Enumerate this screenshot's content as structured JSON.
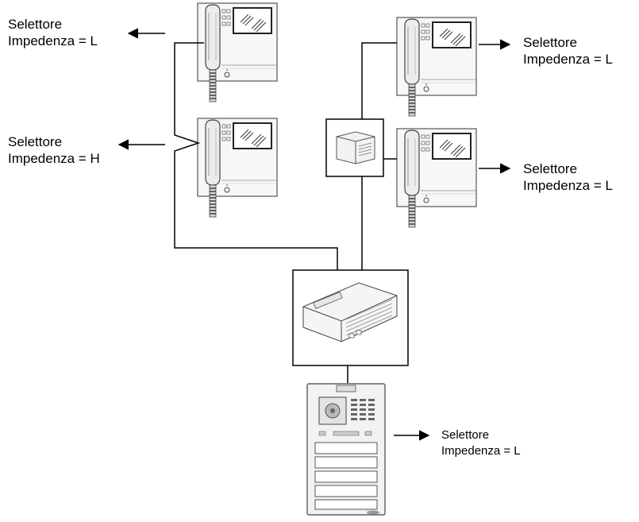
{
  "labels": {
    "monitor_top_left": {
      "line1": "Selettore",
      "line2": "Impedenza = L"
    },
    "monitor_mid_left": {
      "line1": "Selettore",
      "line2": "Impedenza = H"
    },
    "monitor_top_right": {
      "line1": "Selettore",
      "line2": "Impedenza = L"
    },
    "monitor_mid_right": {
      "line1": "Selettore",
      "line2": "Impedenza = L"
    },
    "door_panel": {
      "line1": "Selettore",
      "line2": "Impedenza = L"
    }
  },
  "devices": {
    "monitors": [
      "monitor-top-left",
      "monitor-mid-left",
      "monitor-top-right",
      "monitor-mid-right"
    ],
    "distributor": "video-distributor",
    "power_supply": "power-supply-unit",
    "door_panel": "door-entry-panel"
  },
  "colors": {
    "line": "#000000",
    "device_fill": "#f4f4f4",
    "device_stroke": "#777777"
  }
}
